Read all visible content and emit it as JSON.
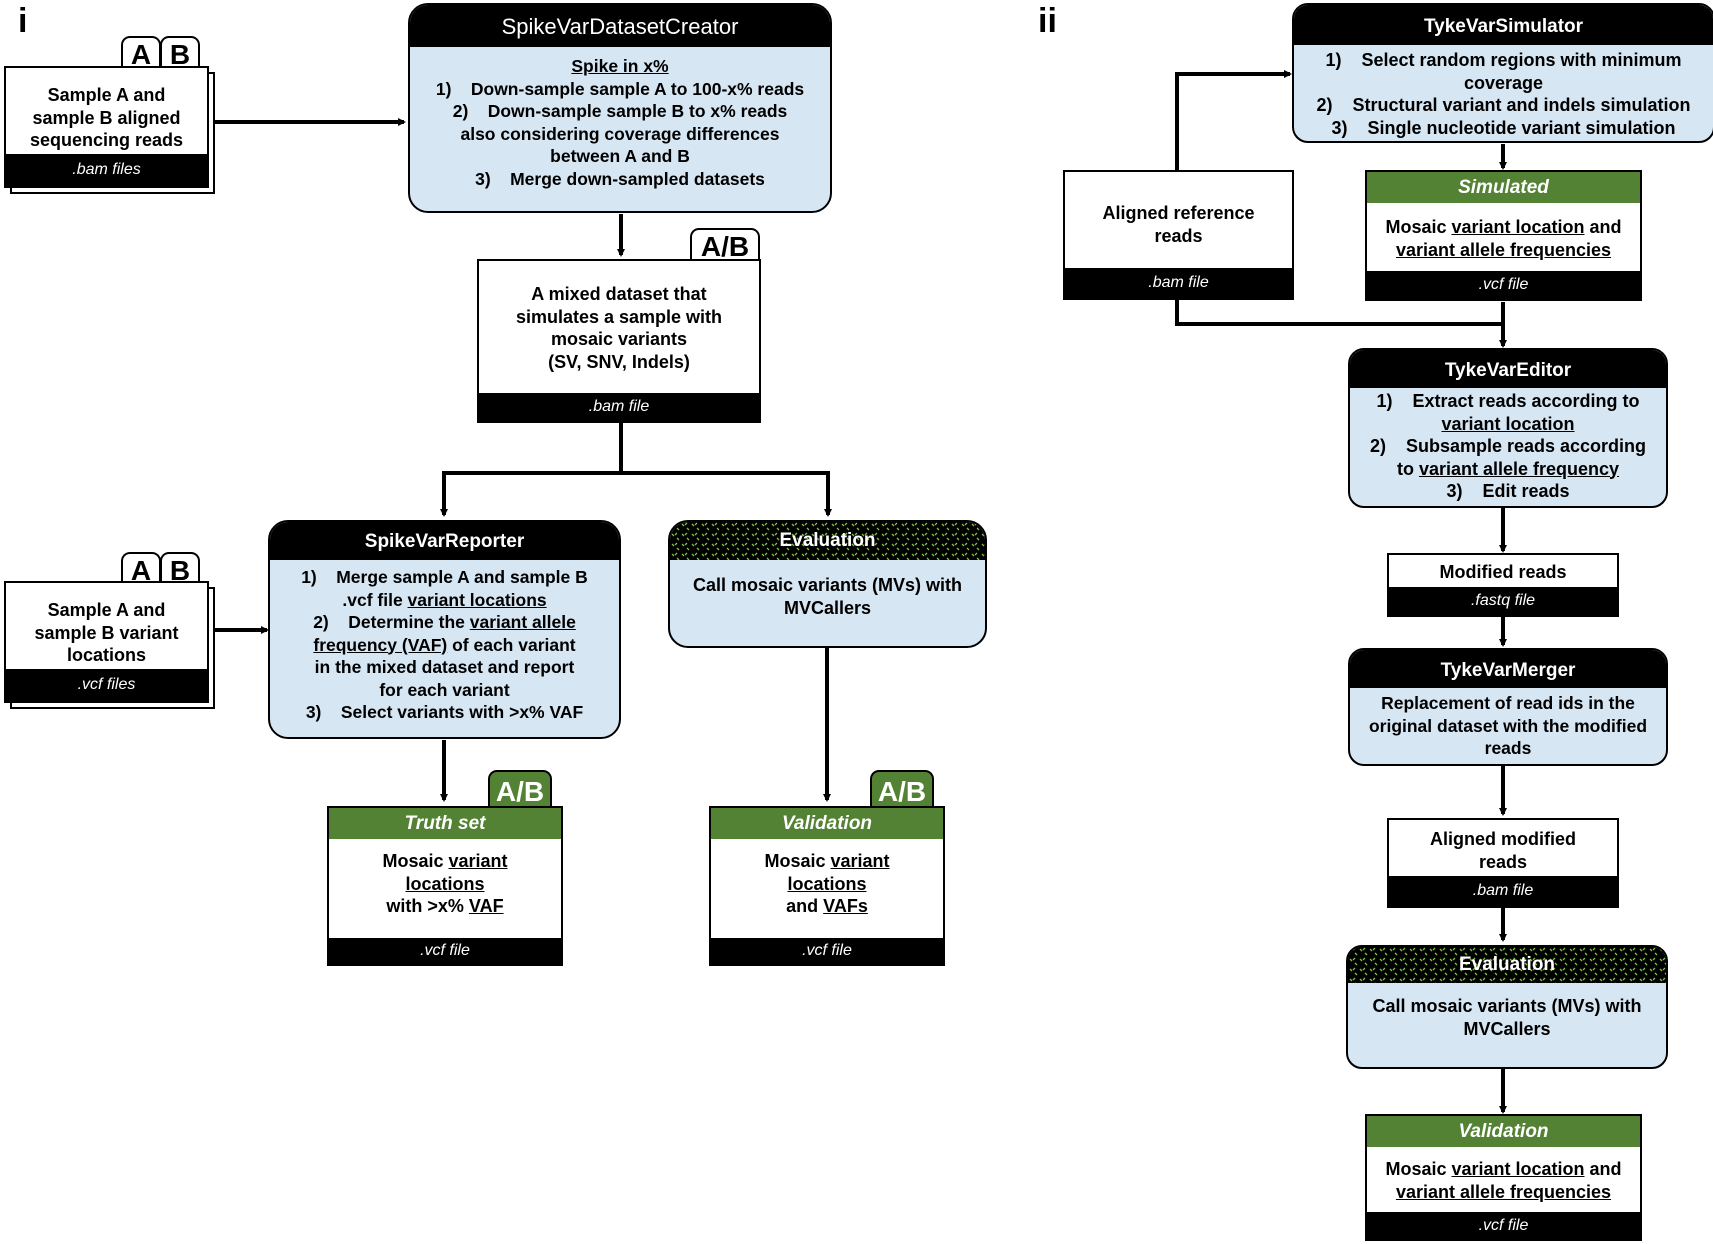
{
  "panels": {
    "left": "i",
    "right": "ii"
  },
  "colors": {
    "process_fill": "#d6e6f3",
    "header_black": "#000000",
    "green": "#548235"
  },
  "left": {
    "sampleAB_reads": {
      "tab_a": "A",
      "tab_b": "B",
      "lines": [
        "Sample A and",
        "sample B aligned",
        "sequencing reads"
      ],
      "footer": ".bam files"
    },
    "creator": {
      "title": "SpikeVarDatasetCreator",
      "subtitle": "Spike in x%",
      "steps": [
        "1)    Down-sample sample A to 100-x% reads",
        "2)    Down-sample sample B to x% reads",
        "also considering coverage differences",
        "between A and B",
        "3)    Merge down-sampled datasets"
      ]
    },
    "mixed": {
      "tab": "A/B",
      "lines": [
        "A mixed dataset that",
        "simulates a sample with",
        "mosaic variants",
        "(SV, SNV, Indels)"
      ],
      "footer": ".bam file"
    },
    "sampleAB_vcf": {
      "tab_a": "A",
      "tab_b": "B",
      "lines": [
        "Sample A and",
        "sample B variant",
        "locations"
      ],
      "footer": ".vcf files"
    },
    "reporter": {
      "title": "SpikeVarReporter",
      "line1": "1)    Merge sample A and sample B",
      "line2a": ".vcf file ",
      "line2b": "variant locations",
      "line3a": "2)    Determine the ",
      "line3b": "variant allele",
      "line4a": "frequency (VAF)",
      "line4b": " of each variant",
      "line5": "in the mixed dataset and report",
      "line6": "for each variant",
      "line7": "3)    Select variants with >x% VAF"
    },
    "evaluation": {
      "title": "Evaluation",
      "lines": [
        "Call mosaic variants (MVs) with",
        "MVCallers"
      ]
    },
    "truth": {
      "tab": "A/B",
      "header": "Truth set",
      "l1a": "Mosaic ",
      "l1b": "variant",
      "l2": "locations",
      "l3a": "with >x% ",
      "l3b": "VAF",
      "footer": ".vcf file"
    },
    "validation": {
      "tab": "A/B",
      "header": "Validation",
      "l1a": "Mosaic ",
      "l1b": "variant",
      "l2": "locations",
      "l3a": "and ",
      "l3b": "VAFs",
      "footer": ".vcf file"
    }
  },
  "right": {
    "simulator": {
      "title": "TykeVarSimulator",
      "steps": [
        "1)    Select random regions with minimum",
        "coverage",
        "2)    Structural variant and indels simulation",
        "3)    Single nucleotide variant simulation"
      ]
    },
    "aligned_ref": {
      "lines": [
        "Aligned reference",
        "reads"
      ],
      "footer": ".bam file"
    },
    "simulated": {
      "header": "Simulated",
      "l1a": "Mosaic ",
      "l1b": "variant location",
      "l1c": " and",
      "l2": "variant allele frequencies",
      "footer": ".vcf file"
    },
    "editor": {
      "title": "TykeVarEditor",
      "l1": "1)    Extract reads according to",
      "l2": "variant location",
      "l3": "2)    Subsample reads according",
      "l4a": "to ",
      "l4b": "variant allele frequency",
      "l5": "3)    Edit reads"
    },
    "modified": {
      "label": "Modified reads",
      "footer": ".fastq file"
    },
    "merger": {
      "title": "TykeVarMerger",
      "lines": [
        "Replacement of read ids in the",
        "original dataset with the modified",
        "reads"
      ]
    },
    "aligned_mod": {
      "lines": [
        "Aligned modified",
        "reads"
      ],
      "footer": ".bam file"
    },
    "evaluation": {
      "title": "Evaluation",
      "lines": [
        "Call mosaic variants (MVs) with",
        "MVCallers"
      ]
    },
    "validation": {
      "header": "Validation",
      "l1a": "Mosaic ",
      "l1b": "variant location",
      "l1c": " and",
      "l2": "variant allele frequencies",
      "footer": ".vcf file"
    }
  }
}
